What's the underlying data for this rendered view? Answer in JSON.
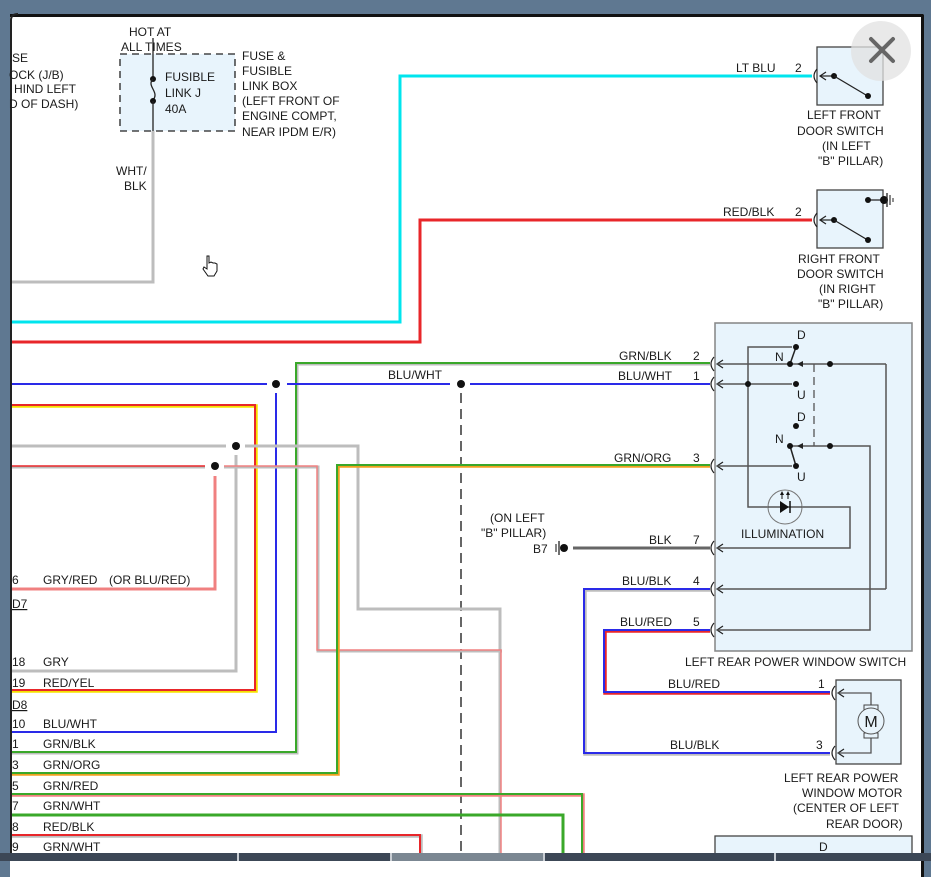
{
  "viewer": {
    "close_label": "Close",
    "cursor": "hand-pointer"
  },
  "colors": {
    "lt_blu": "#00e5ee",
    "red": "#e8262a",
    "blue": "#2a2ae8",
    "green": "#3aa82a",
    "gray": "#bdbdbd",
    "orange": "#f0a020",
    "yellow": "#f5e000",
    "pink": "#f08080",
    "component_fill": "#e8f4fc",
    "dark_line": "#444444"
  },
  "fuse_box": {
    "hot_label_1": "HOT AT",
    "hot_label_2": "ALL TIMES",
    "fuse_name_1": "FUSIBLE",
    "fuse_name_2": "LINK J",
    "fuse_rating": "40A",
    "box_label": [
      "FUSE &",
      "FUSIBLE",
      "LINK BOX",
      "(LEFT FRONT OF",
      "ENGINE COMPT,",
      "NEAR IPDM E/R)"
    ],
    "wire_label_1": "WHT/",
    "wire_label_2": "BLK"
  },
  "junction_block_label": [
    "SE",
    "OCK (J/B)",
    "HIND LEFT",
    "D OF DASH)"
  ],
  "left_front_door_switch": {
    "wire": "LT BLU",
    "pin": "2",
    "label": [
      "LEFT FRONT",
      "DOOR SWITCH",
      "(IN LEFT",
      "\"B\" PILLAR)"
    ]
  },
  "right_front_door_switch": {
    "wire": "RED/BLK",
    "pin": "2",
    "label": [
      "RIGHT FRONT",
      "DOOR SWITCH",
      "(IN RIGHT",
      "\"B\" PILLAR)"
    ]
  },
  "left_rear_window_switch": {
    "title": "LEFT REAR POWER WINDOW SWITCH",
    "illumination": "ILLUMINATION",
    "contacts": [
      "D",
      "N",
      "U",
      "D",
      "N",
      "U"
    ],
    "pins": [
      {
        "wire": "GRN/BLK",
        "pin": "2"
      },
      {
        "wire": "BLU/WHT",
        "pin": "1"
      },
      {
        "wire": "GRN/ORG",
        "pin": "3"
      },
      {
        "wire": "BLK",
        "pin": "7"
      },
      {
        "wire": "BLU/BLK",
        "pin": "4"
      },
      {
        "wire": "BLU/RED",
        "pin": "5"
      }
    ]
  },
  "ground": {
    "label_1": "(ON LEFT",
    "label_2": "\"B\" PILLAR)",
    "id": "B7"
  },
  "mid_label": "BLU/WHT",
  "left_rear_window_motor": {
    "motor_symbol": "M",
    "pins": [
      {
        "wire": "BLU/RED",
        "pin": "1"
      },
      {
        "wire": "BLU/BLK",
        "pin": "3"
      }
    ],
    "label": [
      "LEFT REAR POWER",
      "WINDOW MOTOR",
      "(CENTER OF LEFT",
      "REAR DOOR)"
    ]
  },
  "connector_d_label": "D",
  "left_connector_list": [
    {
      "pin": "6",
      "wire": "GRY/RED",
      "note": "(OR BLU/RED)"
    },
    {
      "connector": "D7"
    },
    {
      "pin": "18",
      "wire": "GRY"
    },
    {
      "pin": "19",
      "wire": "RED/YEL"
    },
    {
      "connector": "D8"
    },
    {
      "pin": "10",
      "wire": "BLU/WHT"
    },
    {
      "pin": "1",
      "wire": "GRN/BLK"
    },
    {
      "pin": "3",
      "wire": "GRN/ORG"
    },
    {
      "pin": "5",
      "wire": "GRN/RED"
    },
    {
      "pin": "7",
      "wire": "GRN/WHT"
    },
    {
      "pin": "8",
      "wire": "RED/BLK"
    },
    {
      "pin": "9",
      "wire": "GRN/WHT"
    }
  ],
  "bottom_tabs": 5
}
